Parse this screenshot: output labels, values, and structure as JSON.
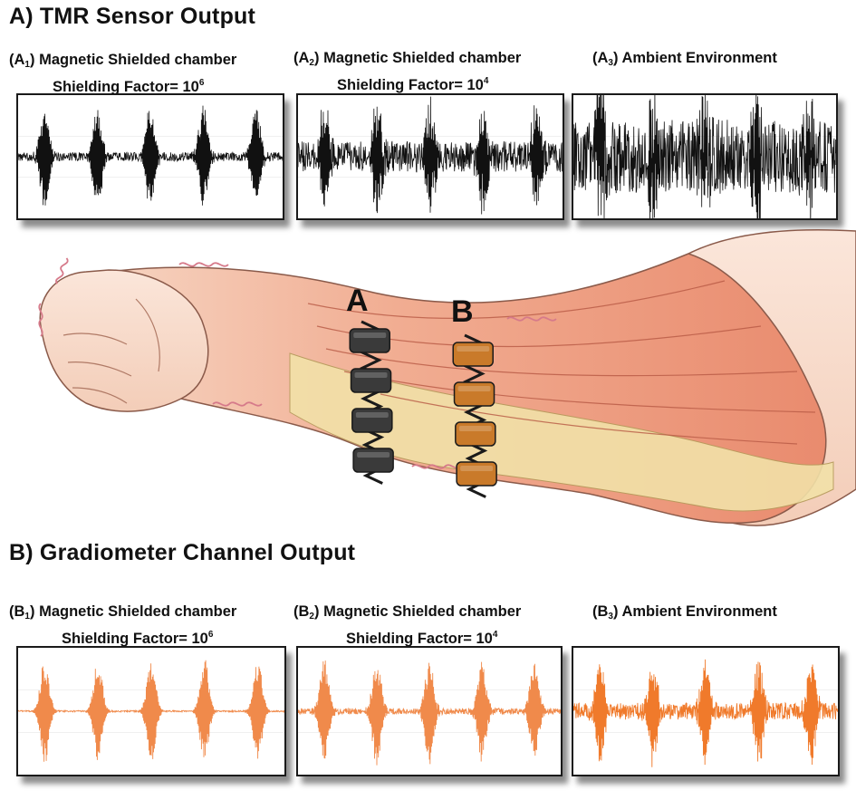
{
  "section_a": {
    "title": "A) TMR Sensor Output",
    "panels": [
      {
        "id": "A",
        "sub": "1",
        "title": "Magnetic Shielded chamber",
        "factor_text": "Shielding Factor= 10",
        "exp": "6",
        "color": "#111111",
        "noise": 0.12
      },
      {
        "id": "A",
        "sub": "2",
        "title": "Magnetic Shielded chamber",
        "factor_text": "Shielding Factor= 10",
        "exp": "4",
        "color": "#111111",
        "noise": 0.42
      },
      {
        "id": "A",
        "sub": "3",
        "title": "Ambient Environment",
        "factor_text": "",
        "exp": "",
        "color": "#111111",
        "noise": 1.0
      }
    ]
  },
  "section_b": {
    "title": "B) Gradiometer Channel Output",
    "panels": [
      {
        "id": "B",
        "sub": "1",
        "title": "Magnetic Shielded chamber",
        "factor_text": "Shielding Factor= 10",
        "exp": "6",
        "color": "#f08a4b",
        "noise": 0.02
      },
      {
        "id": "B",
        "sub": "2",
        "title": "Magnetic Shielded chamber",
        "factor_text": "Shielding Factor= 10",
        "exp": "4",
        "color": "#f08a4b",
        "noise": 0.08
      },
      {
        "id": "B",
        "sub": "3",
        "title": "Ambient Environment",
        "factor_text": "",
        "exp": "",
        "color": "#f07a2b",
        "noise": 0.22
      }
    ]
  },
  "sensors": {
    "band_a_label": "A",
    "band_b_label": "B",
    "band_a_color": "#3a3a3a",
    "band_b_color": "#c97a2a"
  }
}
